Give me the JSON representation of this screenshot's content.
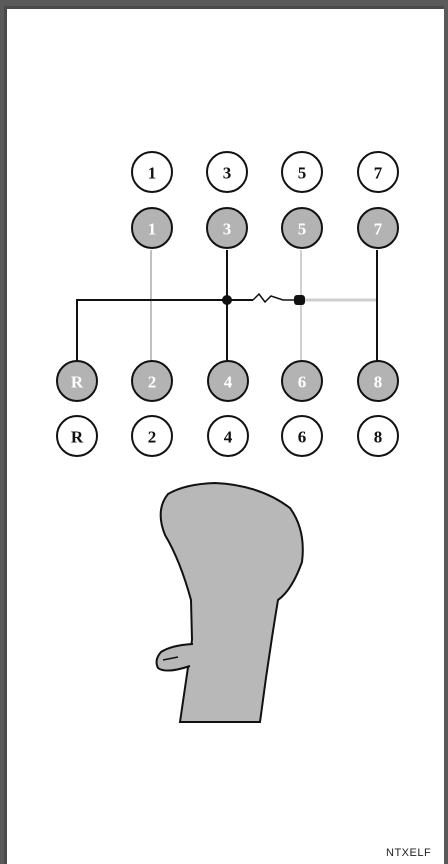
{
  "diagram": {
    "top_outline_gears": [
      "1",
      "3",
      "5",
      "7"
    ],
    "top_filled_gears": [
      "1",
      "3",
      "5",
      "7"
    ],
    "bottom_filled_gears": [
      "R",
      "2",
      "4",
      "6",
      "8"
    ],
    "bottom_outline_gears": [
      "R",
      "2",
      "4",
      "6",
      "8"
    ],
    "figure_id": "NTXELF"
  },
  "colors": {
    "frame": "#5a5a5a",
    "background": "#ffffff",
    "gear_fill": "#b3b3b3",
    "gear_stroke": "#111111",
    "path_dark": "#111111",
    "path_light": "#c8c8c8",
    "knob_fill": "#b8b8b8"
  }
}
